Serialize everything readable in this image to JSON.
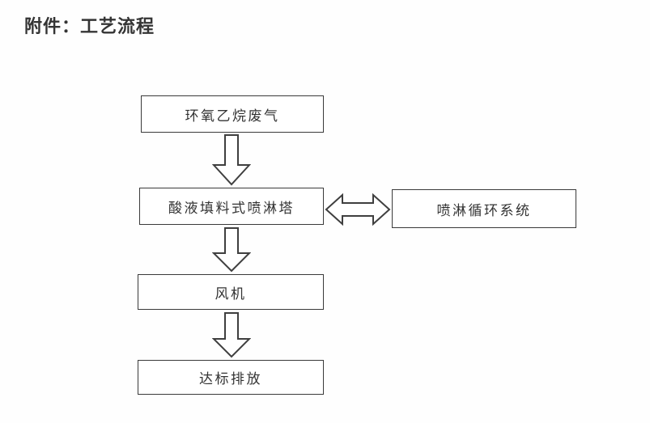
{
  "document": {
    "title": "附件：工艺流程",
    "background_color": "#fefefe",
    "line_color": "#3a3a3a",
    "text_color": "#333333"
  },
  "diagram": {
    "type": "process-flow",
    "orientation": "vertical",
    "nodes": [
      {
        "id": "feed",
        "label": "环氧乙烷废气",
        "shape": "rectangle"
      },
      {
        "id": "tower",
        "label": "酸液填料式喷淋塔",
        "shape": "rectangle"
      },
      {
        "id": "recirc",
        "label": "喷淋循环系统",
        "shape": "rectangle"
      },
      {
        "id": "fan",
        "label": "风机",
        "shape": "rectangle"
      },
      {
        "id": "stack",
        "label": "达标排放",
        "shape": "rectangle"
      }
    ],
    "connectors": [
      {
        "id": "feed-to-tower",
        "from": "feed",
        "to": "tower",
        "style": "block-arrow",
        "direction": "down"
      },
      {
        "id": "tower-to-fan",
        "from": "tower",
        "to": "fan",
        "style": "block-arrow",
        "direction": "down"
      },
      {
        "id": "fan-to-stack",
        "from": "fan",
        "to": "stack",
        "style": "block-arrow",
        "direction": "down"
      },
      {
        "id": "tower-recirc",
        "from": "tower",
        "to": "recirc",
        "style": "block-arrow",
        "direction": "bidirectional-horizontal"
      }
    ]
  }
}
